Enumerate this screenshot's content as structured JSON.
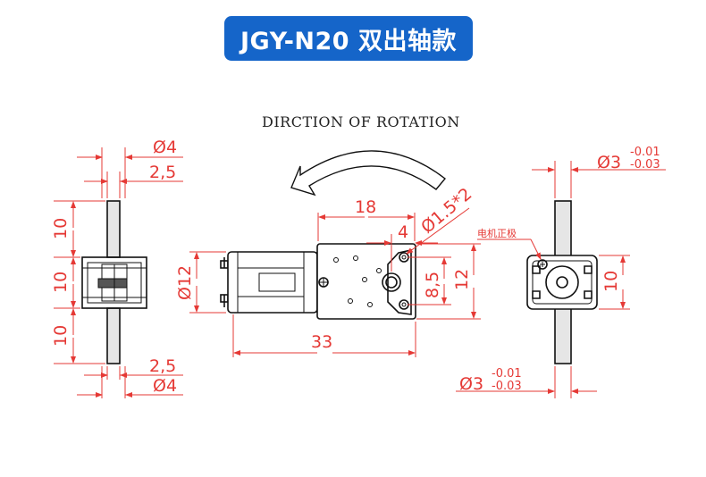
{
  "title": "JGY-N20 双出轴款",
  "rotation_label": "DIRCTION OF ROTATION",
  "note_label": "电机正极",
  "left_view": {
    "dia_top": "Ø4",
    "width_top": "2,5",
    "seg_upper": "10",
    "seg_mid": "10",
    "seg_lower": "10",
    "width_bottom": "2,5",
    "dia_bottom": "Ø4"
  },
  "center_view": {
    "len_18": "18",
    "len_4": "4",
    "hole": "Ø1.5*2",
    "dia_body": "Ø12",
    "height_85": "8,5",
    "height_12": "12",
    "total_len": "33"
  },
  "right_view": {
    "shaft_dia_top": "Ø3",
    "tol_upper_top": "-0.01",
    "tol_lower_top": "-0.03",
    "height": "10",
    "shaft_dia_bottom": "Ø3",
    "tol_upper_bottom": "-0.01",
    "tol_lower_bottom": "-0.03"
  },
  "colors": {
    "title_bg": "#1565c9",
    "dimension": "#e53935",
    "outline": "#111111"
  }
}
